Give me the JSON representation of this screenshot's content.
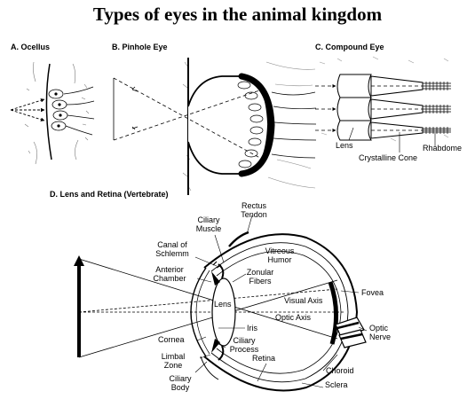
{
  "title": "Types of eyes in the animal kingdom",
  "panels": {
    "ocellus": "A. Ocellus",
    "pinhole": "B. Pinhole Eye",
    "compound": "C. Compound Eye",
    "vertebrate": "D. Lens and Retina (Vertebrate)"
  },
  "compound_labels": {
    "lens": "Lens",
    "rhabdome": "Rhabdome",
    "cone": "Crystalline Cone"
  },
  "vertebrate_labels": {
    "rectus1": "Rectus",
    "rectus2": "Tendon",
    "ciliary_muscle1": "Ciliary",
    "ciliary_muscle2": "Muscle",
    "canal1": "Canal of",
    "canal2": "Schlemm",
    "vitreous1": "Vitreous",
    "vitreous2": "Humor",
    "anterior1": "Anterior",
    "anterior2": "Chamber",
    "zonular1": "Zonular",
    "zonular2": "Fibers",
    "fovea": "Fovea",
    "visual_axis": "Visual Axis",
    "lens": "Lens",
    "optic_axis": "Optic Axis",
    "optic_nerve1": "Optic",
    "optic_nerve2": "Nerve",
    "iris": "Iris",
    "cornea": "Cornea",
    "ciliary_process1": "Ciliary",
    "ciliary_process2": "Process",
    "limbal1": "Limbal",
    "limbal2": "Zone",
    "retina": "Retina",
    "choroid": "Choroid",
    "ciliary_body1": "Ciliary",
    "ciliary_body2": "Body",
    "sclera": "Sclera"
  }
}
